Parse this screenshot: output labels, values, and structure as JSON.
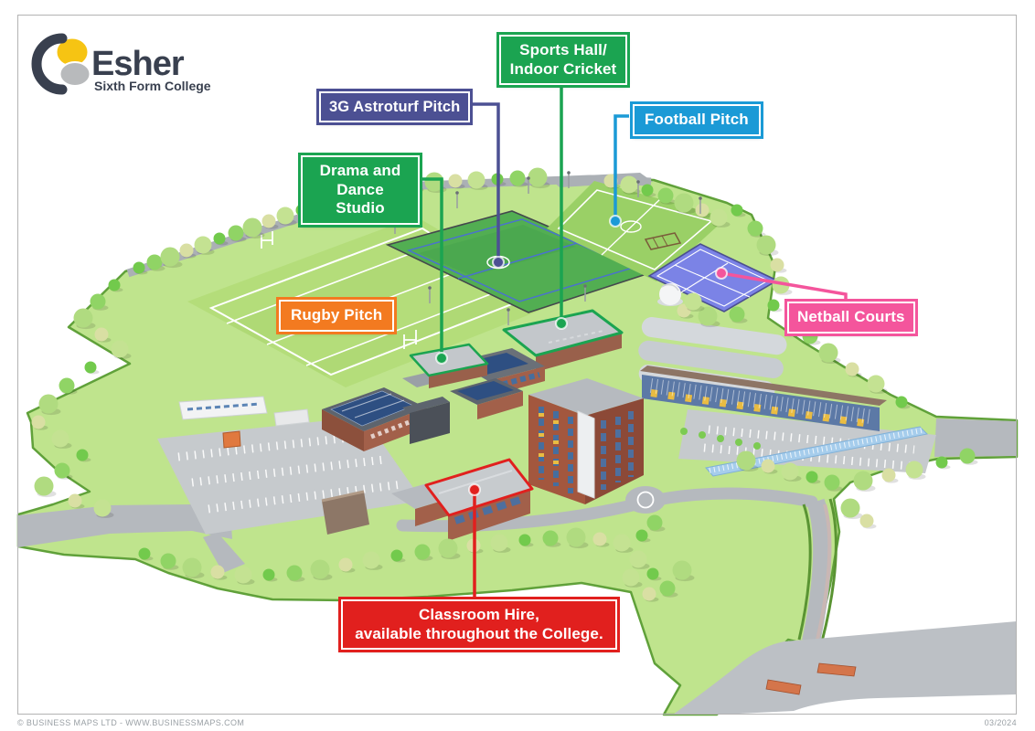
{
  "logo": {
    "name": "Esher",
    "subtitle": "Sixth Form College",
    "colors": {
      "navy": "#39404f",
      "yellow": "#f6c413",
      "gray": "#b8babc"
    }
  },
  "map_labels": {
    "items": [
      {
        "id": "sports-hall",
        "text": "Sports Hall/\nIndoor Cricket",
        "color": "#1ba451"
      },
      {
        "id": "astroturf",
        "text": "3G Astroturf Pitch",
        "color": "#4c5093"
      },
      {
        "id": "football",
        "text": "Football Pitch",
        "color": "#1b9ad6"
      },
      {
        "id": "drama",
        "text": "Drama and\nDance Studio",
        "color": "#1ba451"
      },
      {
        "id": "rugby",
        "text": "Rugby Pitch",
        "color": "#f37a20"
      },
      {
        "id": "netball",
        "text": "Netball Courts",
        "color": "#f4559c"
      },
      {
        "id": "classroom",
        "text": "Classroom Hire,\navailable throughout the College.",
        "color": "#e1201e"
      }
    ]
  },
  "map": {
    "colors": {
      "grass": "#bfe48d",
      "rugby_pitch": "#b4dd7a",
      "astroturf_pitch": "#52ae52",
      "football_pitch": "#9ad066",
      "netball_courts": "#7b83e6",
      "road": "#b5b9be"
    }
  },
  "footer": {
    "left": "© BUSINESS MAPS LTD - WWW.BUSINESSMAPS.COM",
    "right": "03/2024"
  }
}
